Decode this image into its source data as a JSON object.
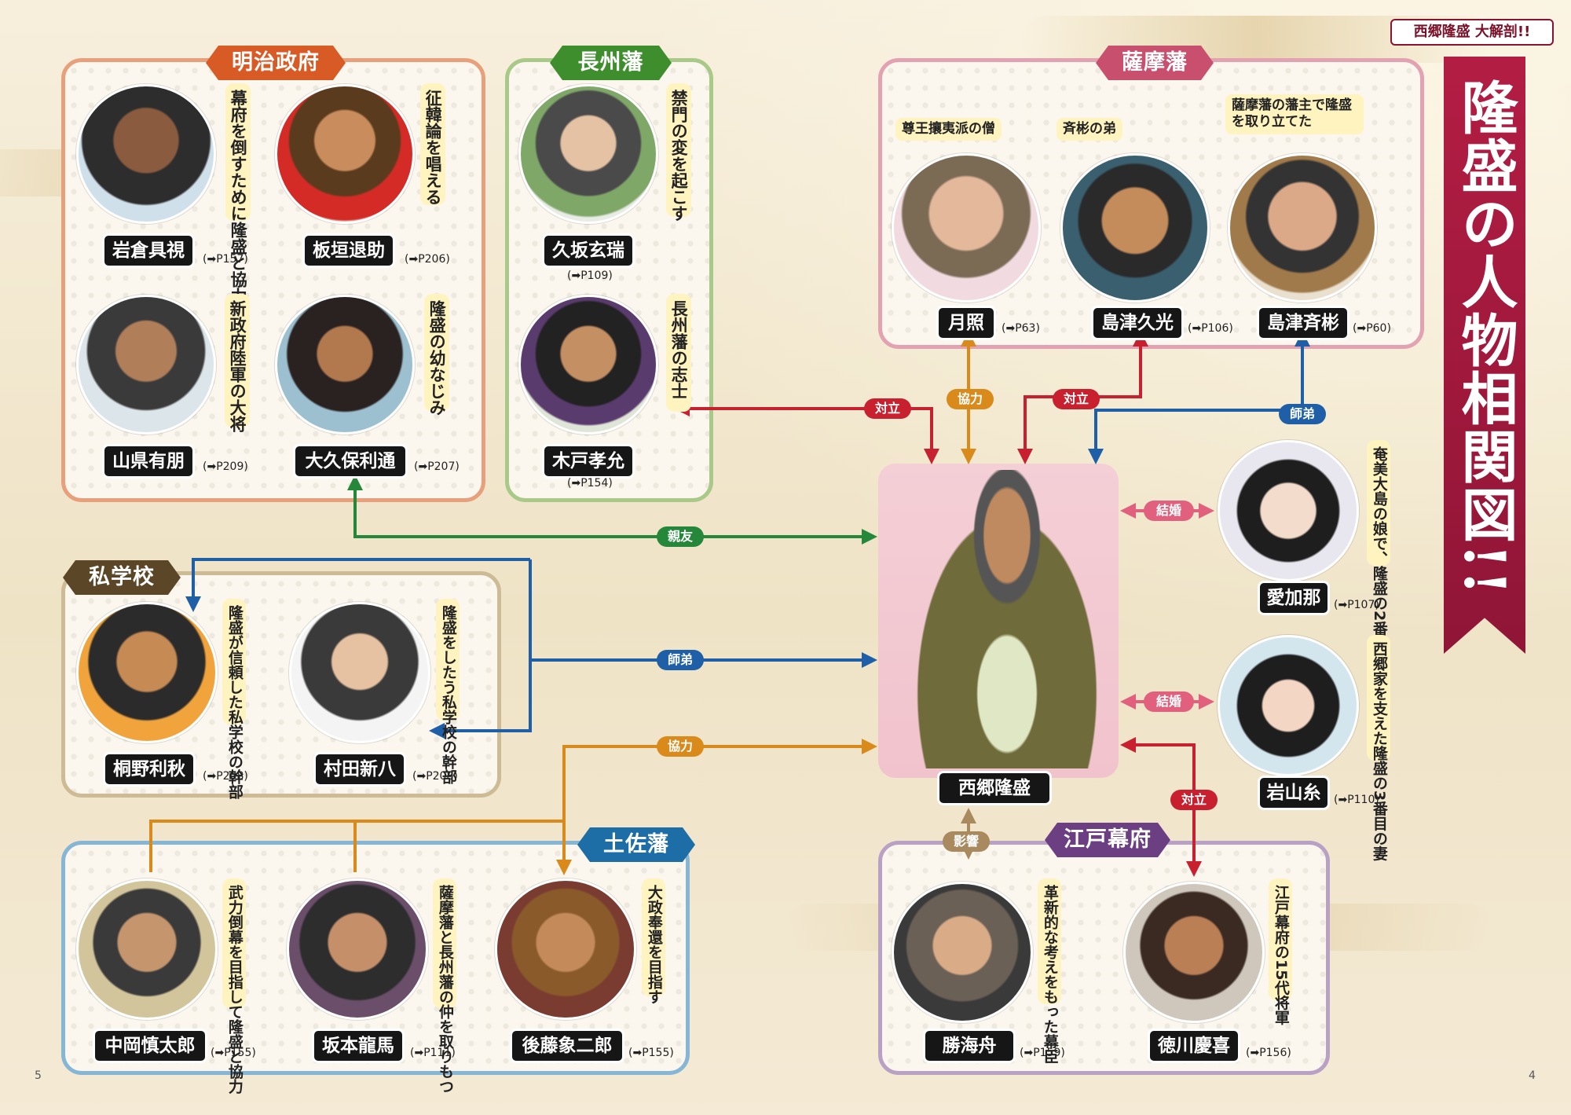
{
  "header": {
    "logo": "西郷隆盛 大解剖!!"
  },
  "title": {
    "text": "隆盛の人物相関図!!"
  },
  "pages": {
    "left": "5",
    "right": "4"
  },
  "groups": {
    "meiji": "明治政府",
    "choshu": "長州藩",
    "satsuma": "薩摩藩",
    "shigakko": "私学校",
    "tosa": "土佐藩",
    "edo": "江戸幕府"
  },
  "people": {
    "iwakura": {
      "name": "岩倉具視",
      "ref": "(➡P157)",
      "caption": "幕府を倒すために隆盛と協力"
    },
    "itagaki": {
      "name": "板垣退助",
      "ref": "(➡P206)",
      "caption": "征韓論を唱える"
    },
    "yamagata": {
      "name": "山県有朋",
      "ref": "(➡P209)",
      "caption": "新政府陸軍の大将"
    },
    "okubo": {
      "name": "大久保利通",
      "ref": "(➡P207)",
      "caption": "隆盛の幼なじみ"
    },
    "kusaka": {
      "name": "久坂玄瑞",
      "ref": "(➡P109)",
      "caption": "禁門の変を起こす"
    },
    "kido": {
      "name": "木戸孝允",
      "ref": "(➡P154)",
      "caption": "長州藩の志士"
    },
    "gessho": {
      "name": "月照",
      "ref": "(➡P63)",
      "caption": "尊王攘夷派の僧"
    },
    "hisamitsu": {
      "name": "島津久光",
      "ref": "(➡P106)",
      "caption": "斉彬の弟"
    },
    "nariakira": {
      "name": "島津斉彬",
      "ref": "(➡P60)",
      "caption": "薩摩藩の藩主で隆盛を取り立てた"
    },
    "kirino": {
      "name": "桐野利秋",
      "ref": "(➡P208)",
      "caption": "隆盛が信頼した私学校の幹部"
    },
    "murata": {
      "name": "村田新八",
      "ref": "(➡P208)",
      "caption": "隆盛をしたう私学校の幹部"
    },
    "saigo": {
      "name": "西郷隆盛"
    },
    "aikana": {
      "name": "愛加那",
      "ref": "(➡P107)",
      "caption": "奄美大島の娘で、隆盛の2番目の妻"
    },
    "ito": {
      "name": "岩山糸",
      "ref": "(➡P110)",
      "caption": "西郷家を支えた隆盛の3番目の妻"
    },
    "nakaoka": {
      "name": "中岡慎太郎",
      "ref": "(➡P155)",
      "caption": "武力倒幕を目指して隆盛と協力"
    },
    "sakamoto": {
      "name": "坂本龍馬",
      "ref": "(➡P111)",
      "caption": "薩摩藩と長州藩の仲を取りもつ"
    },
    "goto": {
      "name": "後藤象二郎",
      "ref": "(➡P155)",
      "caption": "大政奉還を目指す"
    },
    "katsu": {
      "name": "勝海舟",
      "ref": "(➡P159)",
      "caption": "革新的な考えをもった幕臣"
    },
    "tokugawa": {
      "name": "徳川慶喜",
      "ref": "(➡P156)",
      "caption": "江戸幕府の15代将軍"
    }
  },
  "relations": {
    "kido": "対立",
    "gessho": "協力",
    "hisamitsu": "対立",
    "nariakira": "師弟",
    "okubo": "親友",
    "aikana": "結婚",
    "shigakko": "師弟",
    "ito": "結婚",
    "tosa": "協力",
    "tokugawa": "対立",
    "katsu": "影響"
  },
  "colors": {
    "opposition": "#c8202f",
    "cooperation": "#d98a1b",
    "mentor": "#1e5fa8",
    "friend": "#24873a",
    "marriage": "#e0607e",
    "influence": "#a88a5e",
    "title_banner": "#a8193f"
  }
}
